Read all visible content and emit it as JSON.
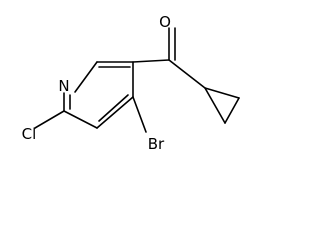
{
  "molecule": {
    "atoms": {
      "oxygen": "O",
      "nitrogen": "N",
      "chlorine": "Cl",
      "bromine": "Br"
    }
  }
}
